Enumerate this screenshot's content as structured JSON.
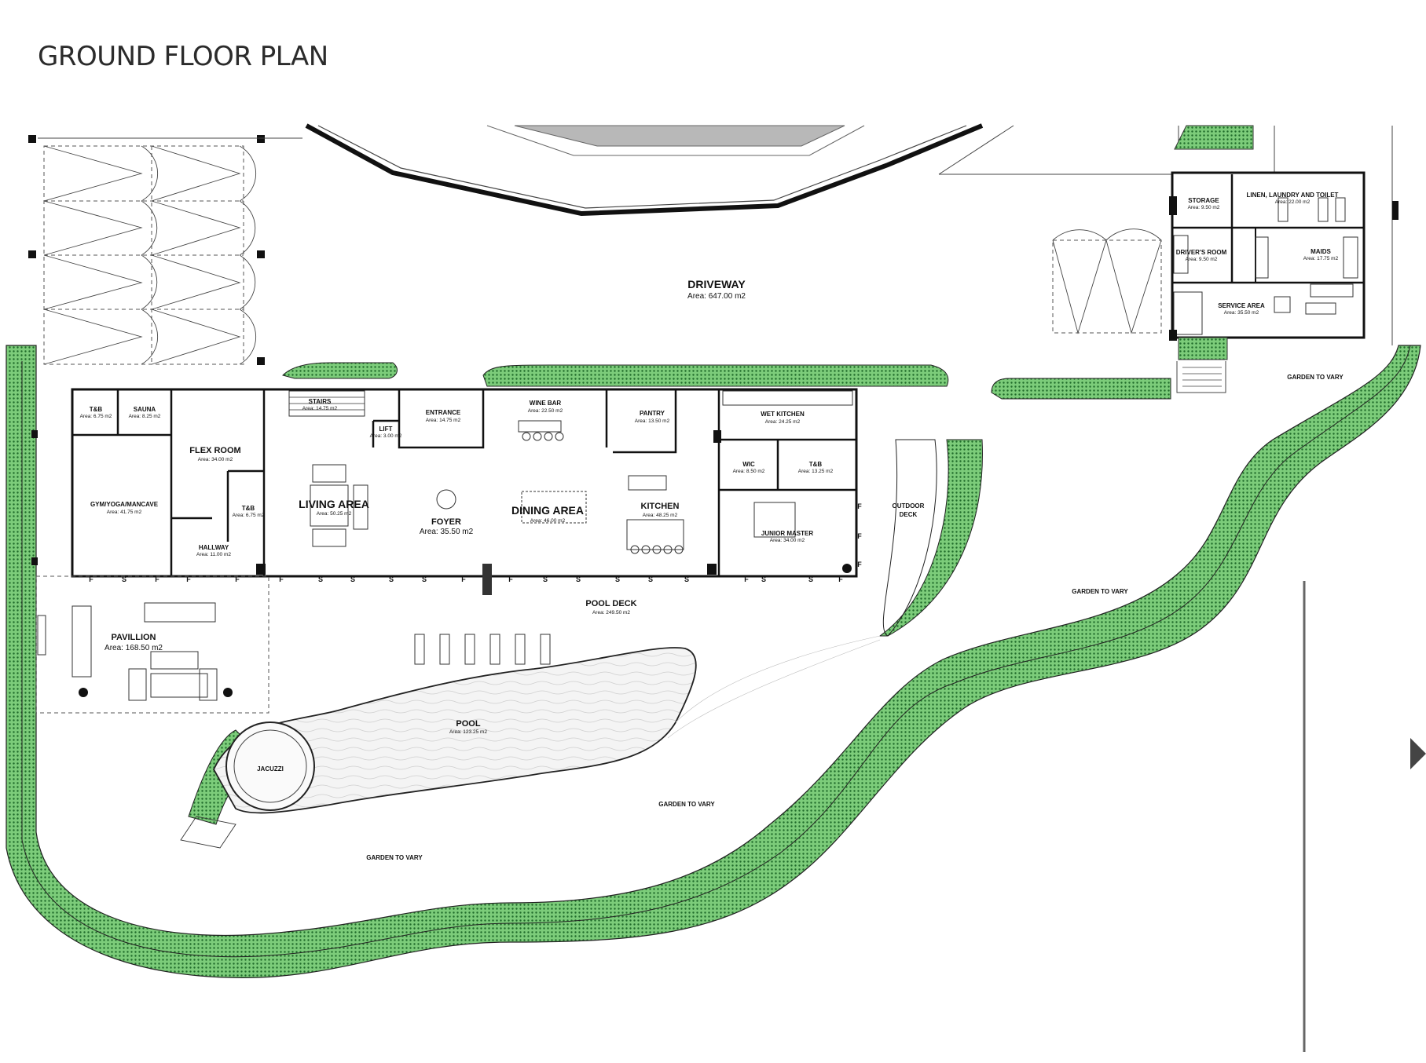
{
  "page": {
    "title": "GROUND FLOOR PLAN"
  },
  "colors": {
    "landscape": "#4caf50",
    "wall": "#1a1a1a",
    "dash": "#555555",
    "pavers": "#e8e8e8"
  },
  "door_tags": {
    "fixed": "F",
    "sliding": "S"
  },
  "rooms": [
    {
      "id": "driveway",
      "name": "DRIVEWAY",
      "area": "Area: 647.00 m2"
    },
    {
      "id": "storage",
      "name": "STORAGE",
      "area": "Area: 9.50 m2"
    },
    {
      "id": "linen",
      "name": "LINEN, LAUNDRY AND TOILET",
      "area": "Area: 22.00 m2"
    },
    {
      "id": "drivers",
      "name": "DRIVER'S ROOM",
      "area": "Area: 9.50 m2"
    },
    {
      "id": "maids",
      "name": "MAIDS",
      "area": "Area: 17.75 m2"
    },
    {
      "id": "service",
      "name": "SERVICE AREA",
      "area": "Area: 35.50 m2"
    },
    {
      "id": "tb1",
      "name": "T&B",
      "area": "Area: 6.75 m2"
    },
    {
      "id": "sauna",
      "name": "SAUNA",
      "area": "Area: 8.25 m2"
    },
    {
      "id": "gym",
      "name": "GYM/YOGA/MANCAVE",
      "area": "Area: 41.75 m2"
    },
    {
      "id": "flex",
      "name": "FLEX ROOM",
      "area": "Area: 34.00 m2"
    },
    {
      "id": "tb2",
      "name": "T&B",
      "area": "Area: 6.75 m2"
    },
    {
      "id": "hallway",
      "name": "HALLWAY",
      "area": "Area: 11.00 m2"
    },
    {
      "id": "stairs",
      "name": "STAIRS",
      "area": "Area: 14.75 m2"
    },
    {
      "id": "lift",
      "name": "LIFT",
      "area": "Area: 3.00 m2"
    },
    {
      "id": "living",
      "name": "LIVING AREA",
      "area": "Area: 50.25 m2"
    },
    {
      "id": "entrance",
      "name": "ENTRANCE",
      "area": "Area: 14.75 m2"
    },
    {
      "id": "foyer",
      "name": "FOYER",
      "area": "Area: 35.50 m2"
    },
    {
      "id": "winebar",
      "name": "WINE BAR",
      "area": "Area: 22.50 m2"
    },
    {
      "id": "dining",
      "name": "DINING AREA",
      "area": "Area: 46.00 m2"
    },
    {
      "id": "pantry",
      "name": "PANTRY",
      "area": "Area: 13.50 m2"
    },
    {
      "id": "kitchen",
      "name": "KITCHEN",
      "area": "Area: 48.25 m2"
    },
    {
      "id": "wetkitchen",
      "name": "WET KITCHEN",
      "area": "Area: 24.25 m2"
    },
    {
      "id": "wic",
      "name": "WIC",
      "area": "Area: 8.50 m2"
    },
    {
      "id": "tb3",
      "name": "T&B",
      "area": "Area: 13.25 m2"
    },
    {
      "id": "junior",
      "name": "JUNIOR MASTER",
      "area": "Area: 34.00 m2"
    },
    {
      "id": "outdoor",
      "name": "OUTDOOR",
      "name2": "DECK"
    },
    {
      "id": "pooldeck",
      "name": "POOL DECK",
      "area": "Area: 249.50 m2"
    },
    {
      "id": "pavillion",
      "name": "PAVILLION",
      "area": "Area: 168.50 m2"
    },
    {
      "id": "pool",
      "name": "POOL",
      "area": "Area: 123.25 m2"
    },
    {
      "id": "jacuzzi",
      "name": "JACUZZI"
    },
    {
      "id": "garden1",
      "name": "GARDEN TO VARY"
    },
    {
      "id": "garden2",
      "name": "GARDEN TO VARY"
    },
    {
      "id": "garden3",
      "name": "GARDEN TO VARY"
    },
    {
      "id": "garden4",
      "name": "GARDEN TO VARY"
    }
  ]
}
